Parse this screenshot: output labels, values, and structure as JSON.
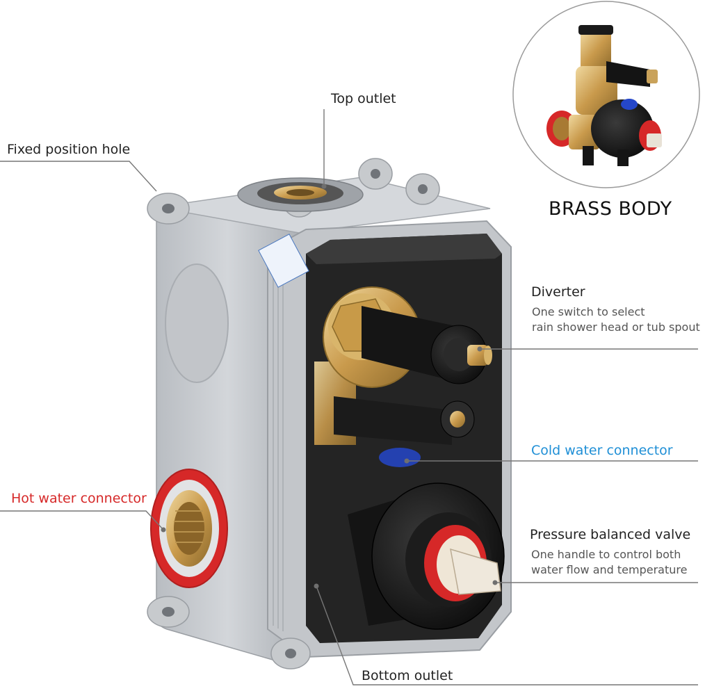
{
  "labels": {
    "top_outlet": "Top outlet",
    "fixed_position_hole": "Fixed position hole",
    "diverter": {
      "title": "Diverter",
      "desc_line1": "One switch to select",
      "desc_line2": "rain shower head or tub spout"
    },
    "cold_water_connector": "Cold water connector",
    "hot_water_connector": "Hot water connector",
    "pressure_balanced_valve": {
      "title": "Pressure balanced valve",
      "desc_line1": "One handle to control both",
      "desc_line2": "water flow and temperature"
    },
    "bottom_outlet": "Bottom outlet",
    "brass_body": "BRASS BODY"
  },
  "colors": {
    "hot": "#d62828",
    "cold": "#1f8fd6",
    "housing": "#c9ccd0",
    "brass": "#c9a25a",
    "leader_line": "#777777"
  }
}
